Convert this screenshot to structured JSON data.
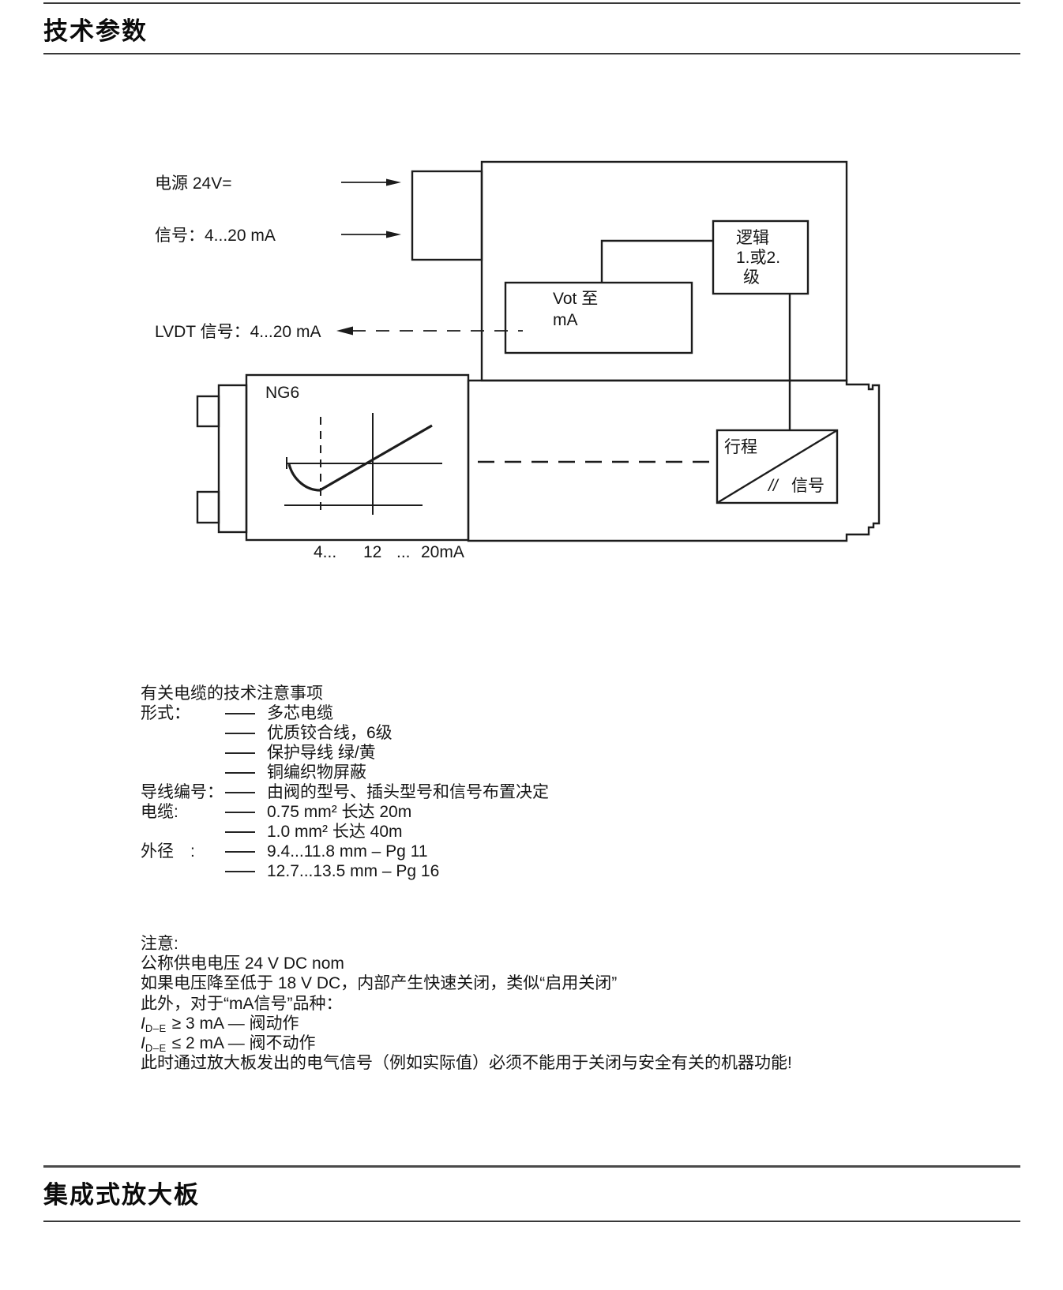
{
  "page": {
    "top_title": "技术参数",
    "bottom_title": "集成式放大板"
  },
  "diagram": {
    "power_label": "电源  24V=",
    "signal_label": "信号：4...20 mA",
    "lvdt_label": "LVDT 信号：4...20 mA",
    "ng6_label": "NG6",
    "vot_box": {
      "line1": "Vot 至",
      "line2": "mA"
    },
    "logic_box": {
      "line1": "逻辑",
      "line2": "1.或2.",
      "line3": "级"
    },
    "stroke_box": {
      "stroke": "行程",
      "slashes": "//",
      "signal": "信号"
    },
    "axis": {
      "t1": "4...",
      "t2": "12",
      "t3": "...",
      "t4": "20mA"
    }
  },
  "cable": {
    "heading": "有关电缆的技术注意事项",
    "rows": [
      {
        "label": "形式：",
        "value": "多芯电缆"
      },
      {
        "label": "",
        "value": "优质铰合线，6级"
      },
      {
        "label": "",
        "value": "保护导线 绿/黄"
      },
      {
        "label": "",
        "value": "铜编织物屏蔽"
      },
      {
        "label": "导线编号：",
        "value": "由阀的型号、插头型号和信号布置决定"
      },
      {
        "label": "电缆:",
        "value": "0.75 mm² 长达 20m"
      },
      {
        "label": "",
        "value": "1.0 mm² 长达 40m"
      },
      {
        "label": "外径　:",
        "value": "9.4...11.8 mm – Pg 11"
      },
      {
        "label": "",
        "value": "12.7...13.5 mm – Pg 16"
      }
    ]
  },
  "notes": {
    "heading": "注意:",
    "line1": "公称供电电压 24 V DC nom",
    "line2": "如果电压降至低于 18 V DC，内部产生快速关闭，类似“启用关闭”",
    "line3": "此外，对于“mA信号”品种：",
    "iline1": {
      "sym": "I",
      "sub": "D–E",
      "rest": "≥ 3 mA — 阀动作"
    },
    "iline2": {
      "sym": "I",
      "sub": "D–E",
      "rest": "≤ 2 mA — 阀不动作"
    },
    "line6": "此时通过放大板发出的电气信号（例如实际值）必须不能用于关闭与安全有关的机器功能!"
  }
}
